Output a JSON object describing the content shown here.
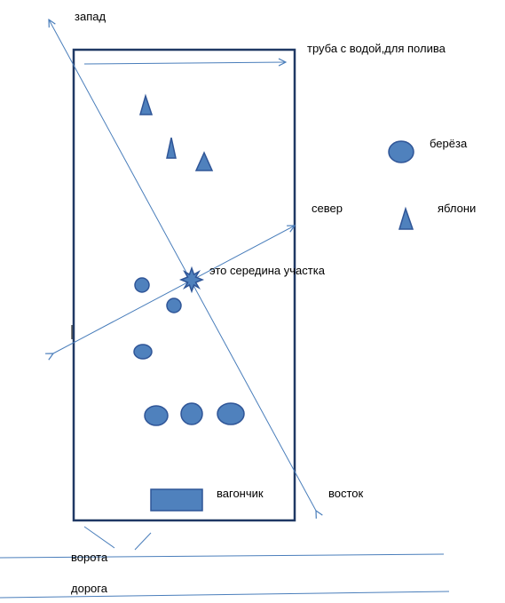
{
  "labels": {
    "west": "запад",
    "water_pipe": "труба с водой,для полива",
    "birch": "берёза",
    "north": "север",
    "apple_trees": "яблони",
    "plot_center": "это середина участка",
    "trailer": "вагончик",
    "east": "восток",
    "gate": "ворота",
    "road": "дорога"
  },
  "colors": {
    "shape_fill": "#4f81bd",
    "shape_stroke": "#2f5597",
    "plot_border": "#1f3864",
    "arrow_line": "#4a7ebb",
    "text": "#000000"
  }
}
